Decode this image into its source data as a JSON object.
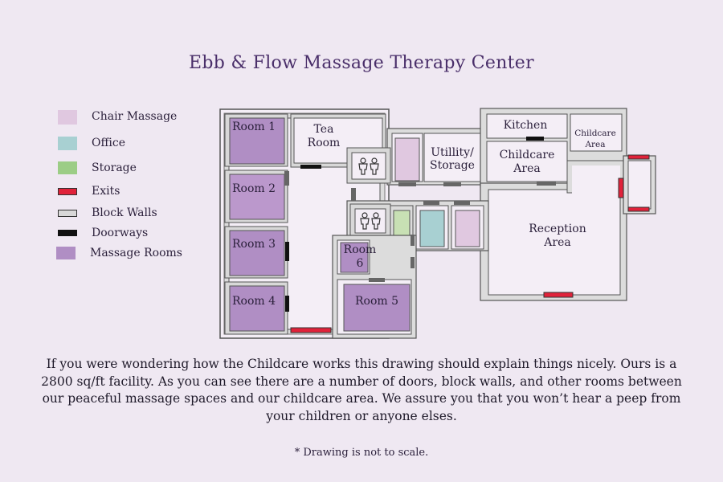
{
  "title": "Ebb & Flow Massage Therapy Center",
  "legend": [
    {
      "label": "Chair Massage",
      "color": "#e0c8e0"
    },
    {
      "label": "Office",
      "color": "#a8d0d2"
    },
    {
      "label": "Storage",
      "color": "#9ccd86"
    },
    {
      "label": "Exits",
      "color": "#e0223a"
    },
    {
      "label": "Block Walls",
      "color": "#d8d8d8"
    },
    {
      "label": "Doorways",
      "color": "#111111"
    },
    {
      "label": "Massage Rooms",
      "color": "#b08ec4"
    }
  ],
  "rooms": {
    "room1": "Room 1",
    "room2": "Room 2",
    "room3": "Room 3",
    "room4": "Room 4",
    "room5": "Room 5",
    "room6_line1": "Room",
    "room6_line2": "6",
    "tea_line1": "Tea",
    "tea_line2": "Room",
    "utility_line1": "Utillity/",
    "utility_line2": "Storage",
    "kitchen": "Kitchen",
    "childcare_line1": "Childcare",
    "childcare_line2": "Area",
    "childcare_small_line1": "Childcare",
    "childcare_small_line2": "Area",
    "reception_line1": "Reception",
    "reception_line2": "Area"
  },
  "caption": "If you were wondering how the Childcare works this drawing should explain things nicely. Ours is a 2800 sq/ft facility. As you can see there are a number of doors, block walls, and other rooms between our peaceful massage spaces and our childcare area. We assure you that you won’t hear a peep from your children or anyone elses.",
  "footnote": "* Drawing is not to scale."
}
